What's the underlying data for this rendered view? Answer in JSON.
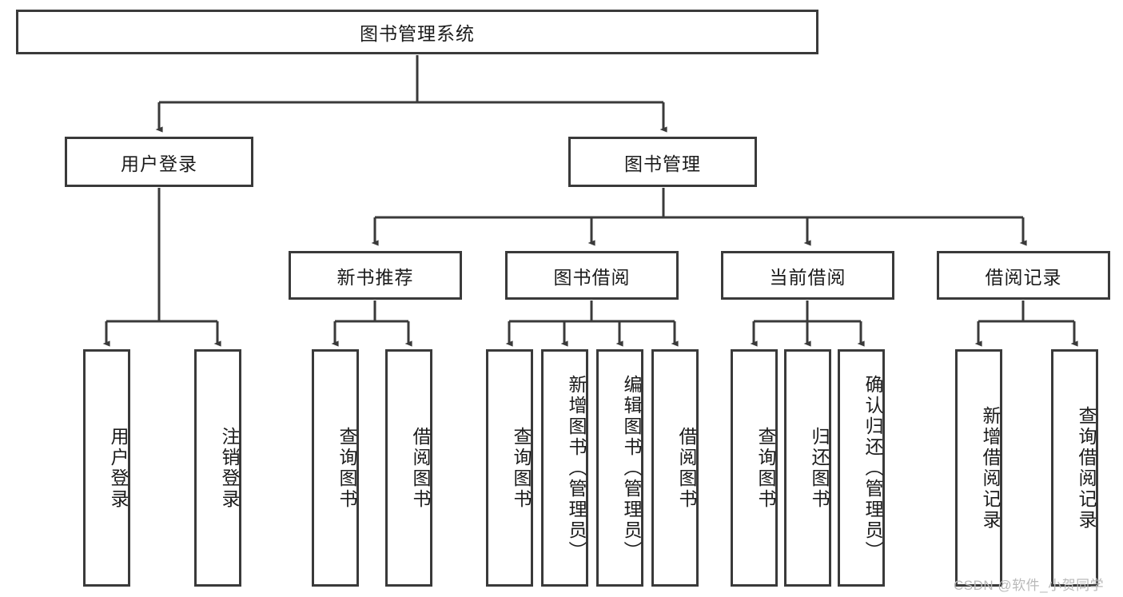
{
  "diagram": {
    "type": "tree-hierarchy-chart",
    "title": "图书管理系统",
    "watermark": "CSDN @软件_小贺同学",
    "colors": {
      "box_border": "#3a3a3a",
      "box_fill": "#ffffff",
      "connector": "#3a3a3a",
      "text": "#1b1b1b",
      "watermark": "#b9b9b9",
      "background": "#ffffff"
    },
    "root": {
      "id": "root",
      "label": "图书管理系统",
      "orientation": "horizontal"
    },
    "level2": [
      {
        "id": "user-login",
        "label": "用户登录",
        "orientation": "horizontal"
      },
      {
        "id": "book-management",
        "label": "图书管理",
        "orientation": "horizontal"
      }
    ],
    "level3": [
      {
        "id": "new-book-recommend",
        "label": "新书推荐",
        "orientation": "horizontal",
        "parent": "book-management"
      },
      {
        "id": "book-borrow",
        "label": "图书借阅",
        "orientation": "horizontal",
        "parent": "book-management"
      },
      {
        "id": "current-borrow",
        "label": "当前借阅",
        "orientation": "horizontal",
        "parent": "book-management"
      },
      {
        "id": "borrow-record",
        "label": "借阅记录",
        "orientation": "horizontal",
        "parent": "book-management"
      }
    ],
    "leaves": [
      {
        "id": "leaf-user-login",
        "label": "用户登录",
        "orientation": "vertical",
        "parent": "user-login"
      },
      {
        "id": "leaf-logout-login",
        "label": "注销登录",
        "orientation": "vertical",
        "parent": "user-login"
      },
      {
        "id": "leaf-query-book-1",
        "label": "查询图书",
        "orientation": "vertical",
        "parent": "new-book-recommend"
      },
      {
        "id": "leaf-borrow-book-1",
        "label": "借阅图书",
        "orientation": "vertical",
        "parent": "new-book-recommend"
      },
      {
        "id": "leaf-query-book-2",
        "label": "查询图书",
        "orientation": "vertical",
        "parent": "book-borrow"
      },
      {
        "id": "leaf-add-book",
        "label": "新增图书（管理员）",
        "orientation": "vertical",
        "parent": "book-borrow"
      },
      {
        "id": "leaf-edit-book",
        "label": "编辑图书（管理员）",
        "orientation": "vertical",
        "parent": "book-borrow"
      },
      {
        "id": "leaf-borrow-book-2",
        "label": "借阅图书",
        "orientation": "vertical",
        "parent": "book-borrow"
      },
      {
        "id": "leaf-query-book-3",
        "label": "查询图书",
        "orientation": "vertical",
        "parent": "current-borrow"
      },
      {
        "id": "leaf-return-book",
        "label": "归还图书",
        "orientation": "vertical",
        "parent": "current-borrow"
      },
      {
        "id": "leaf-confirm-return",
        "label": "确认归还（管理员）",
        "orientation": "vertical",
        "parent": "current-borrow"
      },
      {
        "id": "leaf-add-record",
        "label": "新增借阅记录",
        "orientation": "vertical",
        "parent": "borrow-record"
      },
      {
        "id": "leaf-query-record",
        "label": "查询借阅记录",
        "orientation": "vertical",
        "parent": "borrow-record"
      }
    ]
  }
}
